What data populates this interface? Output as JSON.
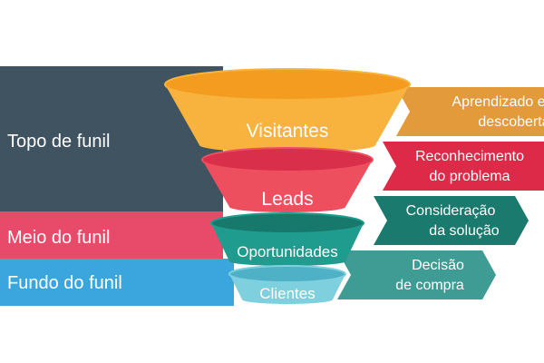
{
  "stages": [
    {
      "label": "Topo de funil",
      "color": "#3f5361"
    },
    {
      "label": "Meio do funil",
      "color": "#e84a6a"
    },
    {
      "label": "Fundo do funil",
      "color": "#3aa6dd"
    }
  ],
  "funnel": [
    {
      "label": "Visitantes",
      "top_color": "#f39c1f",
      "body_color": "#f7b33e"
    },
    {
      "label": "Leads",
      "top_color": "#d92f4a",
      "body_color": "#ee4f5f"
    },
    {
      "label": "Oportunidades",
      "top_color": "#17786c",
      "body_color": "#1f9c8d"
    },
    {
      "label": "Clientes",
      "top_color": "#4fb1c5",
      "body_color": "#7fd0de"
    }
  ],
  "phases": [
    {
      "lines": [
        "Aprendizado e",
        "descoberta"
      ],
      "color": "#e29a3b"
    },
    {
      "lines": [
        "Reconhecimento",
        "do problema"
      ],
      "color": "#dc2a48"
    },
    {
      "lines": [
        "Consideração",
        "da solução"
      ],
      "color": "#1a7a6d"
    },
    {
      "lines": [
        "Decisão",
        "de compra"
      ],
      "color": "#3f9c95"
    }
  ]
}
